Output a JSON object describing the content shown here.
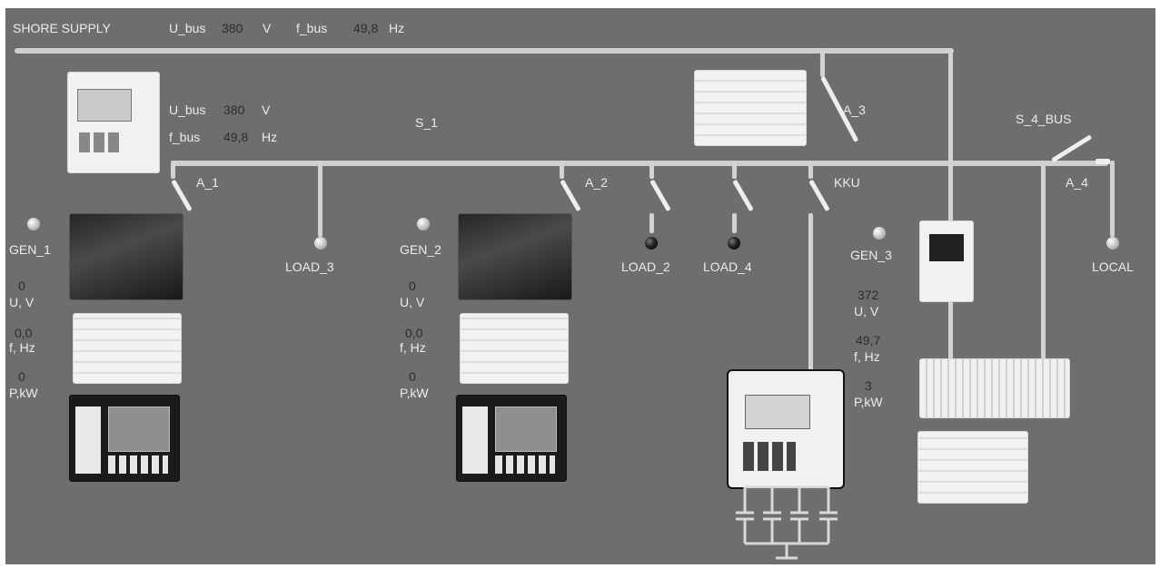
{
  "shore": {
    "title": "SHORE SUPPLY",
    "u_label": "U_bus",
    "u_value": "380",
    "u_unit": "V",
    "f_label": "f_bus",
    "f_value": "49,8",
    "f_unit": "Hz"
  },
  "bus_meter": {
    "u_label": "U_bus",
    "u_value": "380",
    "u_unit": "V",
    "f_label": "f_bus",
    "f_value": "49,8",
    "f_unit": "Hz"
  },
  "switches": {
    "a1": "A_1",
    "a2": "A_2",
    "a3": "A_3",
    "a4": "A_4",
    "s1": "S_1",
    "s4": "S_4_BUS",
    "kku": "KKU"
  },
  "loads": {
    "load2": "LOAD_2",
    "load3": "LOAD_3",
    "load4": "LOAD_4",
    "local": "LOCAL"
  },
  "gen1": {
    "name": "GEN_1",
    "u": "0",
    "u_label": "U, V",
    "f": "0,0",
    "f_label": "f, Hz",
    "p": "0",
    "p_label": "P,kW"
  },
  "gen2": {
    "name": "GEN_2",
    "u": "0",
    "u_label": "U, V",
    "f": "0,0",
    "f_label": "f, Hz",
    "p": "0",
    "p_label": "P,kW"
  },
  "gen3": {
    "name": "GEN_3",
    "u": "372",
    "u_label": "U, V",
    "f": "49,7",
    "f_label": "f, Hz",
    "p": "3",
    "p_label": "P,kW"
  },
  "colors": {
    "background": "#6e6e6e",
    "bus": "#cfcfcf",
    "label": "#ececec",
    "value": "#2c2c2c"
  }
}
